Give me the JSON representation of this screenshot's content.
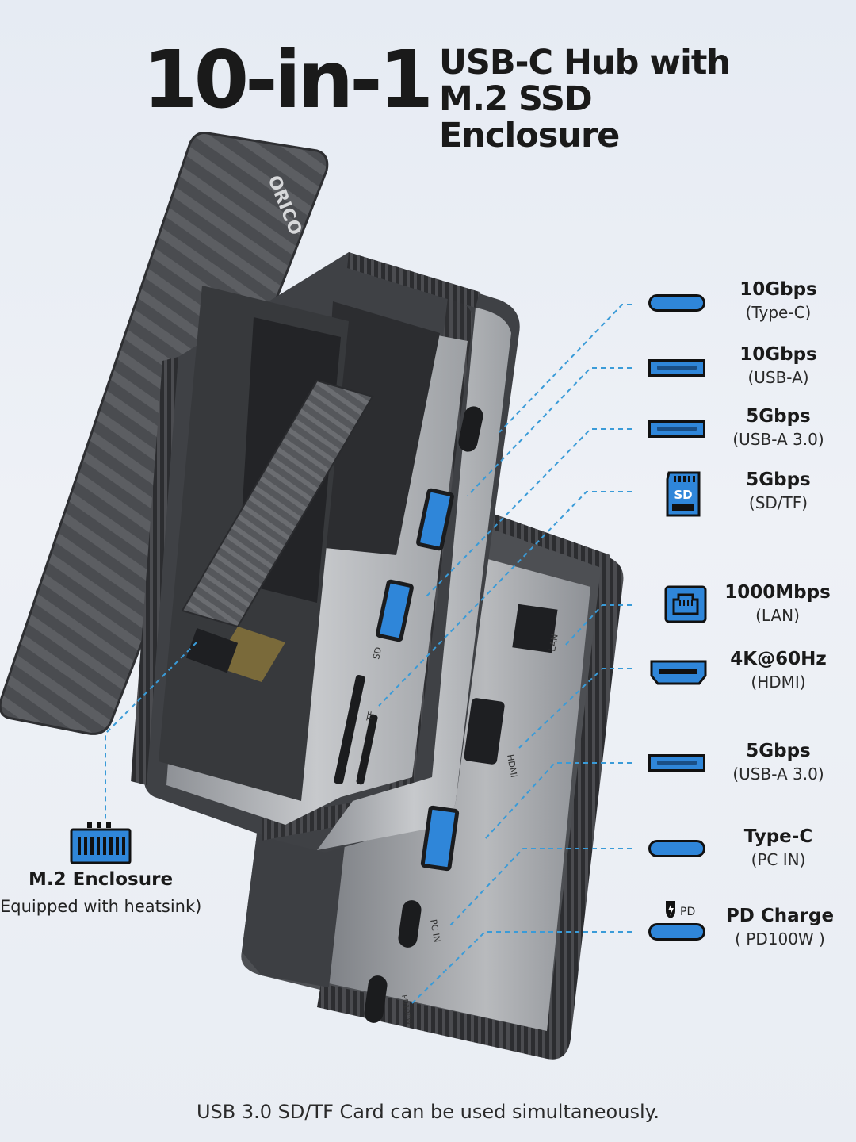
{
  "header": {
    "big_title": "10-in-1",
    "sub_line1": "USB-C Hub with",
    "sub_line2": "M.2 SSD Enclosure"
  },
  "device": {
    "brand": "ORICO",
    "port_labels": {
      "sd": "SD",
      "tf": "TF",
      "lan": "LAN",
      "hdmi": "HDMI",
      "pc_in": "PC IN",
      "pd": "PD100W"
    }
  },
  "specs": [
    {
      "title": "10Gbps",
      "sub": "(Type-C)",
      "icon": "type-c-port-icon"
    },
    {
      "title": "10Gbps",
      "sub": "(USB-A)",
      "icon": "usb-a-port-icon"
    },
    {
      "title": "5Gbps",
      "sub": "(USB-A 3.0)",
      "icon": "usb-a-port-icon"
    },
    {
      "title": "5Gbps",
      "sub": "(SD/TF)",
      "icon": "sd-card-icon",
      "icon_text": "SD"
    },
    {
      "title": "1000Mbps",
      "sub": "(LAN)",
      "icon": "ethernet-port-icon"
    },
    {
      "title": "4K@60Hz",
      "sub": "(HDMI)",
      "icon": "hdmi-port-icon"
    },
    {
      "title": "5Gbps",
      "sub": "(USB-A 3.0)",
      "icon": "usb-a-port-icon"
    },
    {
      "title": "Type-C",
      "sub": "(PC IN)",
      "icon": "type-c-port-icon"
    },
    {
      "title": "PD Charge",
      "sub": "( PD100W )",
      "icon": "pd-charge-port-icon",
      "icon_text": "PD"
    }
  ],
  "m2": {
    "title": "M.2 Enclosure",
    "subtitle": "Equipped with heatsink)",
    "icon": "ssd-chip-icon"
  },
  "footer": "USB 3.0 SD/TF Card can be used simultaneously.",
  "colors": {
    "accent": "#2f86d9",
    "leader_line": "#3a9bd8",
    "text": "#1a1a1a"
  }
}
